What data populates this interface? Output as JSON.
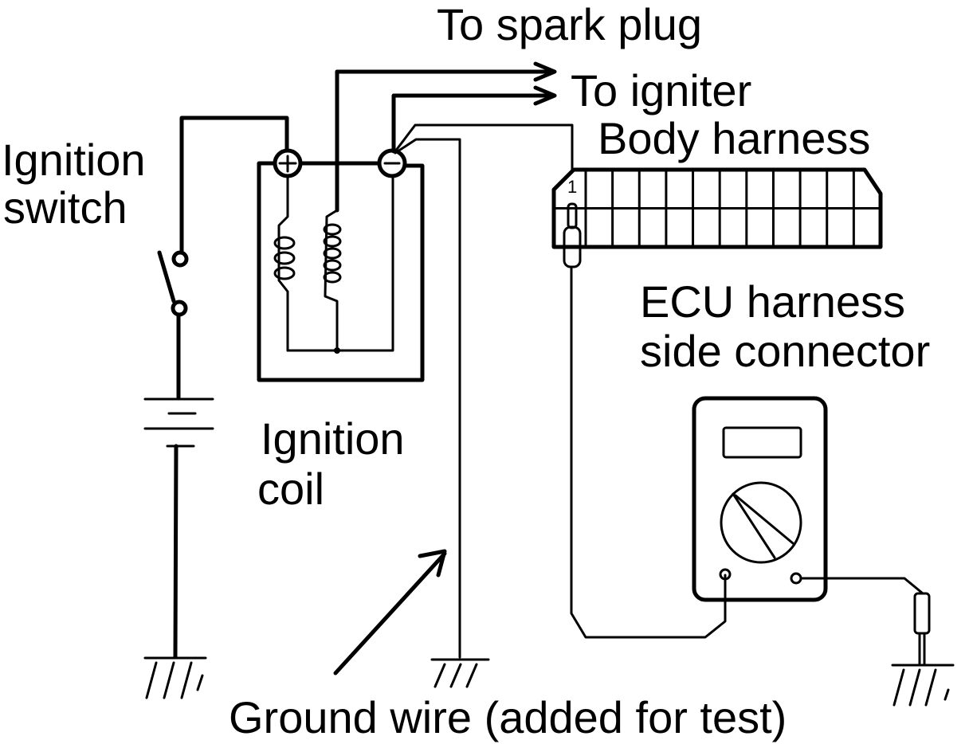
{
  "diagram": {
    "colors": {
      "ink": "#000000",
      "background": "#ffffff"
    },
    "labels": {
      "spark_plug": "To spark plug",
      "igniter": "To igniter",
      "body_harness": "Body harness",
      "ignition_switch_line1": "Ignition",
      "ignition_switch_line2": "switch",
      "ignition_coil_line1": "Ignition",
      "ignition_coil_line2": "coil",
      "ecu_line1": "ECU harness",
      "ecu_line2": "side connector",
      "ground_wire": "Ground wire (added for test)",
      "pin_number": "1",
      "plus_terminal": "+",
      "minus_terminal": "−"
    },
    "connector": {
      "columns": 12,
      "rows": 2
    },
    "components": [
      "ignition-switch",
      "battery",
      "ignition-coil",
      "ecu-connector",
      "multimeter",
      "ground-wire"
    ]
  }
}
